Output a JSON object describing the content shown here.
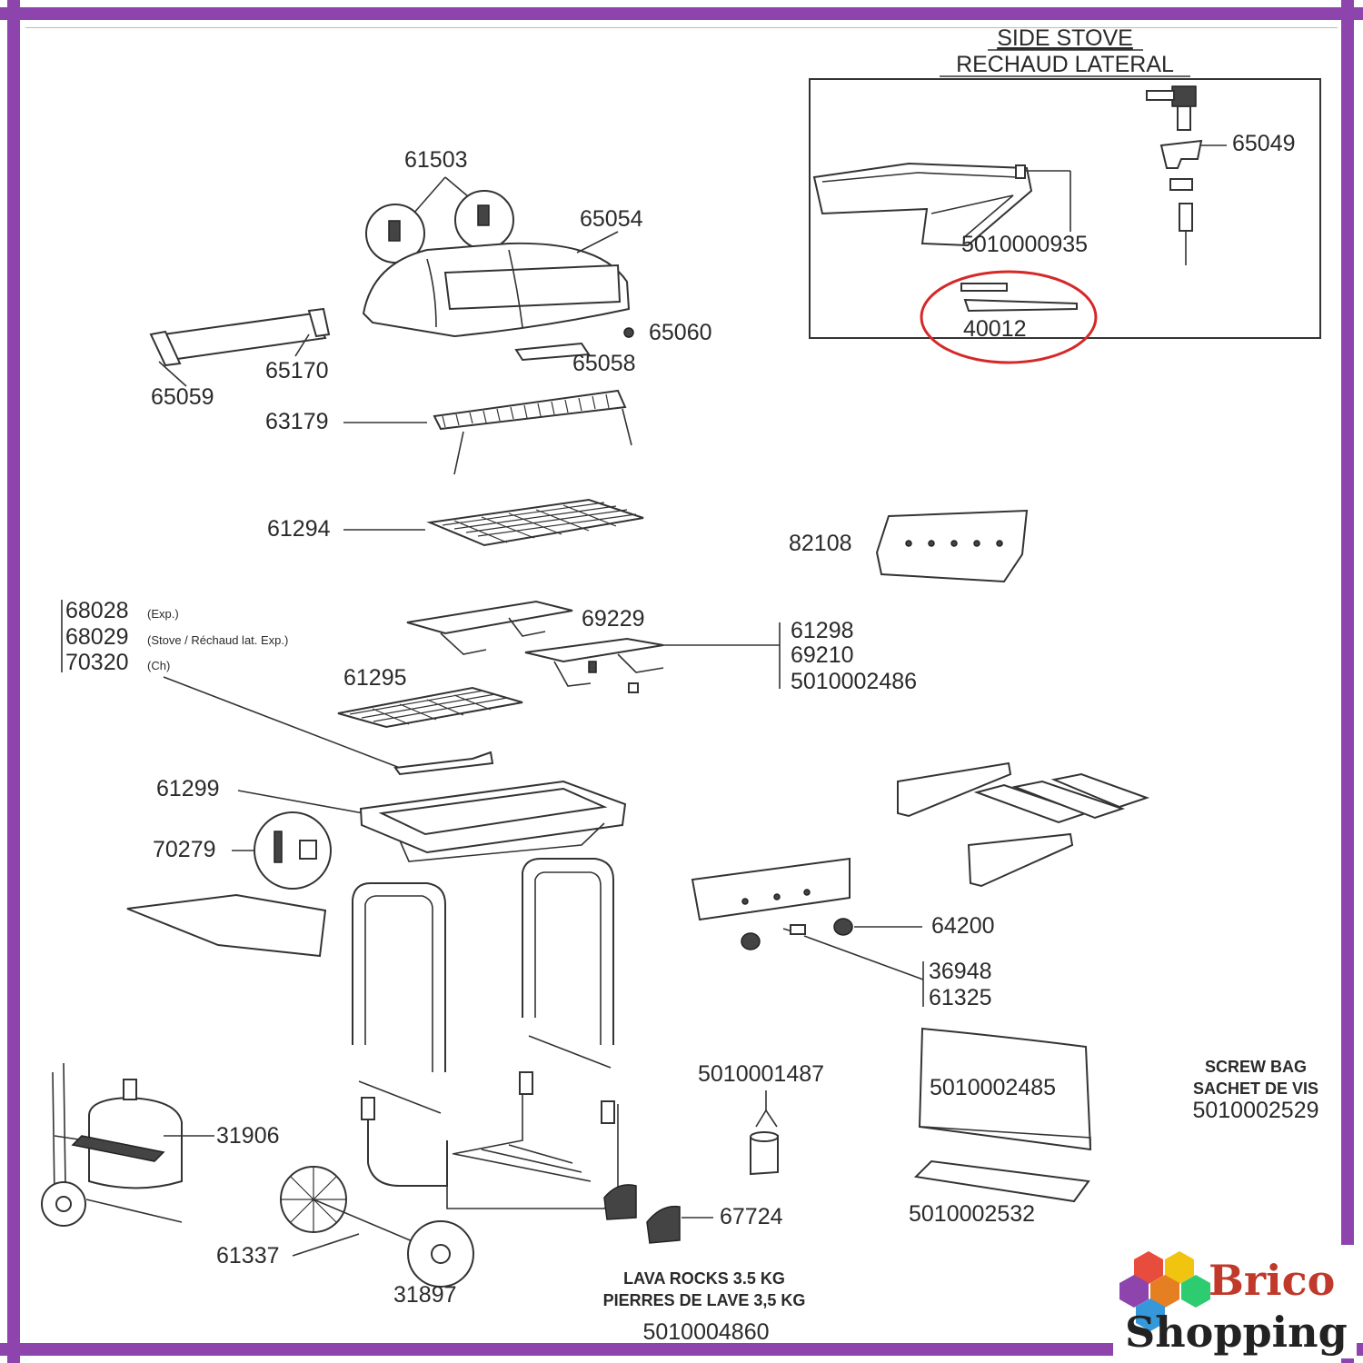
{
  "colors": {
    "frame": "#8e44ad",
    "highlight": "#d62828",
    "ink": "#333333"
  },
  "side_stove": {
    "title_en": "SIDE STOVE",
    "title_fr": "RECHAUD LATERAL",
    "parts": {
      "p65049": "65049",
      "p5010000935": "5010000935",
      "p40012": "40012"
    }
  },
  "parts": {
    "p61503": "61503",
    "p65054": "65054",
    "p65060": "65060",
    "p65058": "65058",
    "p65170": "65170",
    "p65059": "65059",
    "p63179": "63179",
    "p61294": "61294",
    "p82108": "82108",
    "p68028": "68028",
    "p68028_note": "(Exp.)",
    "p68029": "68029",
    "p68029_note": "(Stove / Réchaud lat. Exp.)",
    "p70320": "70320",
    "p70320_note": "(Ch)",
    "p69229": "69229",
    "p61298": "61298",
    "p69210": "69210",
    "p5010002486": "5010002486",
    "p61295": "61295",
    "p61299": "61299",
    "p70279": "70279",
    "p64200": "64200",
    "p36948": "36948",
    "p61325": "61325",
    "p5010001487": "5010001487",
    "p5010002485": "5010002485",
    "p5010002532": "5010002532",
    "p31906": "31906",
    "p61337": "61337",
    "p31897": "31897",
    "p67724": "67724"
  },
  "screw_bag": {
    "line1": "SCREW BAG",
    "line2": "SACHET DE VIS",
    "code": "5010002529"
  },
  "lava_rocks": {
    "line1": "LAVA ROCKS 3.5 KG",
    "line2": "PIERRES DE LAVE 3,5 KG",
    "code": "5010004860"
  },
  "brand": {
    "name_top": "Brico",
    "name_bottom": "Shopping"
  }
}
